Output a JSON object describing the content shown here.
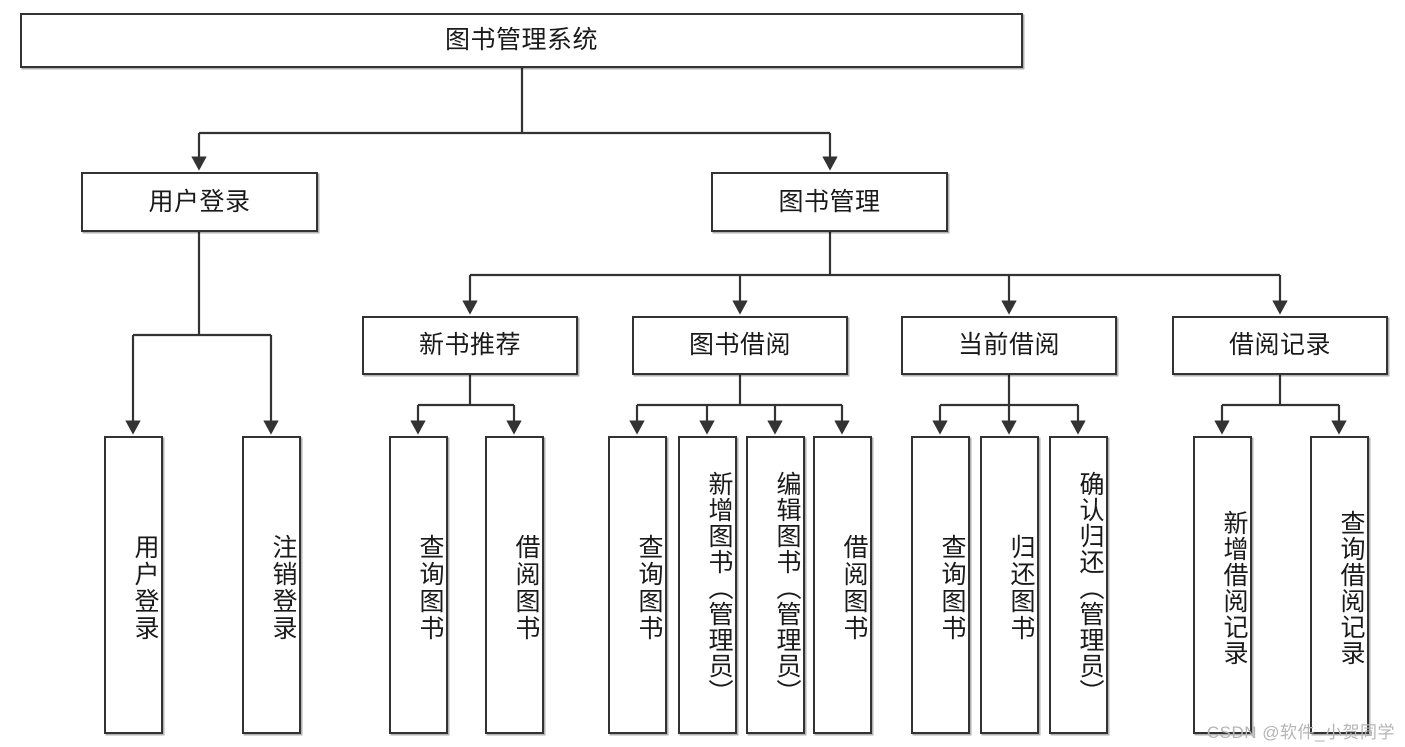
{
  "diagram": {
    "type": "tree-hierarchy",
    "title": "图书管理系统",
    "root": {
      "label": "图书管理系统"
    },
    "level2": [
      {
        "label": "用户登录"
      },
      {
        "label": "图书管理"
      }
    ],
    "level3": [
      {
        "label": "新书推荐"
      },
      {
        "label": "图书借阅"
      },
      {
        "label": "当前借阅"
      },
      {
        "label": "借阅记录"
      }
    ],
    "leaves": {
      "user_login": [
        {
          "label": "用户登录"
        },
        {
          "label": "注销登录"
        }
      ],
      "new_book_recommend": [
        {
          "label": "查询图书"
        },
        {
          "label": "借阅图书"
        }
      ],
      "book_borrow": [
        {
          "label": "查询图书"
        },
        {
          "label": "新增图书（管理员）"
        },
        {
          "label": "编辑图书（管理员）"
        },
        {
          "label": "借阅图书"
        }
      ],
      "current_borrow": [
        {
          "label": "查询图书"
        },
        {
          "label": "归还图书"
        },
        {
          "label": "确认归还（管理员）"
        }
      ],
      "borrow_record": [
        {
          "label": "新增借阅记录"
        },
        {
          "label": "查询借阅记录"
        }
      ]
    }
  },
  "watermark": {
    "text": "CSDN @软件_小贺同学"
  },
  "colors": {
    "border": "#333333",
    "text": "#1a1a1a",
    "background": "#ffffff",
    "watermark": "#b5b5b5"
  }
}
